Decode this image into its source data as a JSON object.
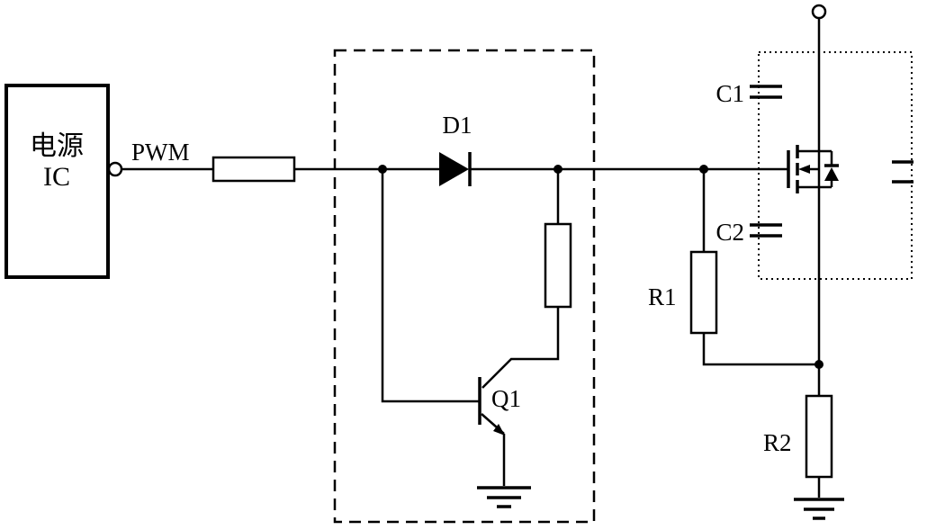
{
  "diagram_type": "circuit-schematic",
  "colors": {
    "background": "#ffffff",
    "line": "#000000"
  },
  "labels": {
    "power_ic_line1": "电源",
    "power_ic_line2": "IC",
    "pwm": "PWM",
    "d1": "D1",
    "q1": "Q1",
    "c1": "C1",
    "c2": "C2",
    "r1": "R1",
    "r2": "R2"
  },
  "components": [
    {
      "id": "power-ic",
      "label": "电源 IC",
      "kind": "ic-block"
    },
    {
      "id": "pwm-signal",
      "label": "PWM",
      "kind": "signal"
    },
    {
      "id": "series-resistor",
      "label": "",
      "kind": "resistor"
    },
    {
      "id": "d1",
      "label": "D1",
      "kind": "diode"
    },
    {
      "id": "pull-resistor",
      "label": "",
      "kind": "resistor"
    },
    {
      "id": "q1",
      "label": "Q1",
      "kind": "npn-transistor"
    },
    {
      "id": "c1",
      "label": "C1",
      "kind": "capacitor"
    },
    {
      "id": "c2",
      "label": "C2",
      "kind": "capacitor"
    },
    {
      "id": "mosfet",
      "label": "",
      "kind": "n-mosfet-with-body-diode"
    },
    {
      "id": "output-capacitor",
      "label": "",
      "kind": "capacitor"
    },
    {
      "id": "r1",
      "label": "R1",
      "kind": "resistor"
    },
    {
      "id": "r2",
      "label": "R2",
      "kind": "resistor"
    }
  ]
}
